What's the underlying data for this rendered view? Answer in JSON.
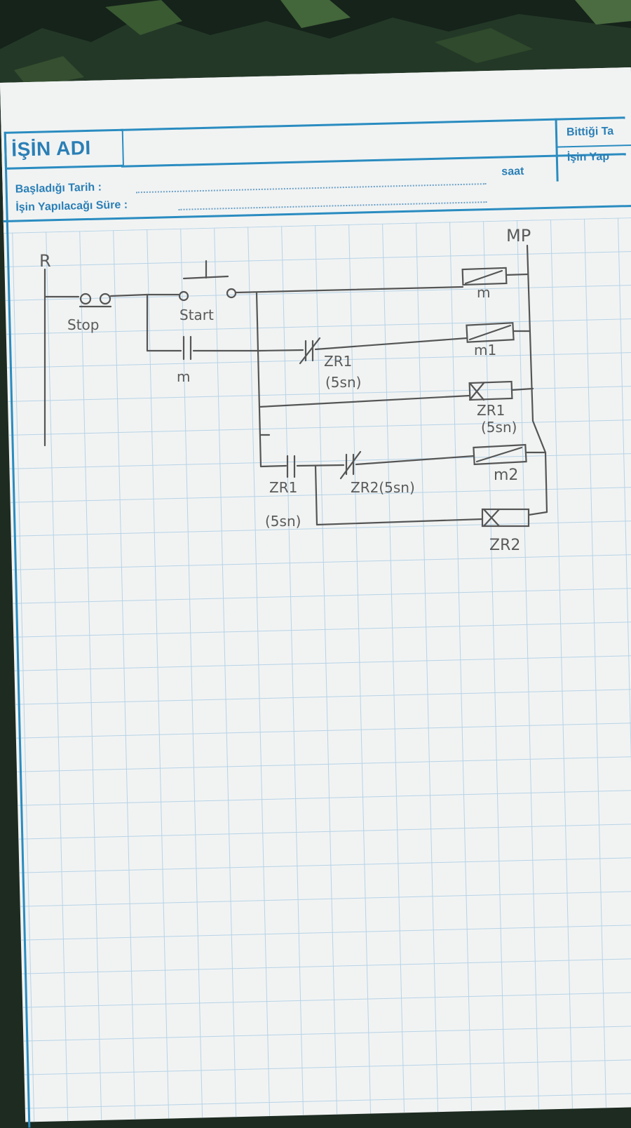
{
  "form": {
    "title": "İŞİN ADI",
    "start_date_label": "Başladığı Tarih :",
    "duration_label": "İşin Yapılacağı Süre :",
    "hour_label": "saat",
    "finish_label": "Bittiği Ta",
    "done_label": "İşin Yap"
  },
  "labels": {
    "rail_left": "R",
    "rail_right": "MP",
    "stop": "Stop",
    "start": "Start",
    "m_contact": "m",
    "zr1_nc": "ZR1",
    "zr1_nc_time": "(5sn)",
    "zr1_no": "ZR1",
    "zr1_no_time": "(5sn)",
    "zr2_nc": "ZR2(5sn)",
    "coil_m": "m",
    "coil_m1": "m1",
    "coil_zr1": "ZR1",
    "coil_zr1_time": "(5sn)",
    "coil_m2": "m2",
    "coil_zr2": "ZR2"
  },
  "colors": {
    "pencil": "#555555",
    "form_blue": "#2a8cc0",
    "grid": "#b7d3e6"
  }
}
